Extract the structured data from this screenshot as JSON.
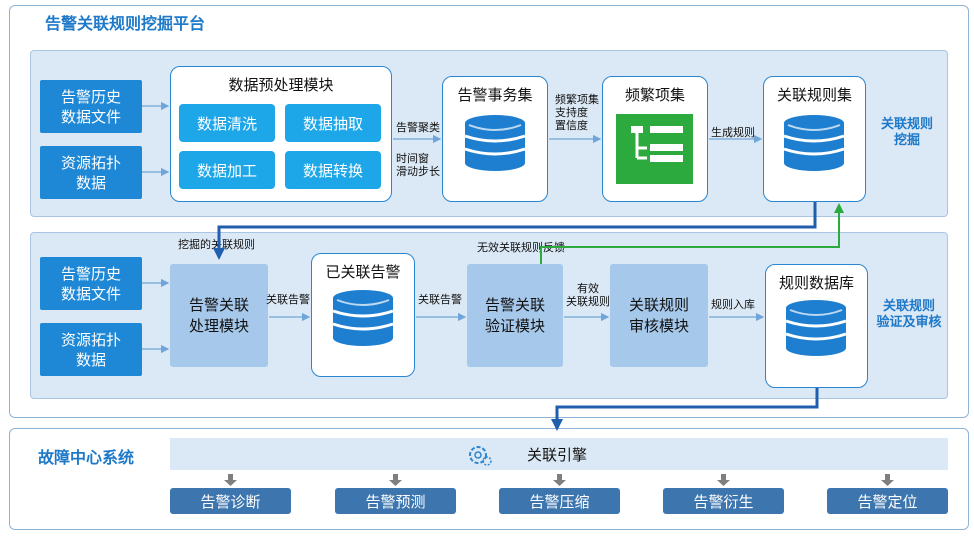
{
  "platform": {
    "title": "告警关联规则挖掘平台"
  },
  "mining": {
    "section_label": "关联规则\n挖掘",
    "inputs": [
      "告警历史\n数据文件",
      "资源拓扑\n数据"
    ],
    "preprocess": {
      "title": "数据预处理模块",
      "items": [
        "数据清洗",
        "数据抽取",
        "数据加工",
        "数据转换"
      ]
    },
    "events_title": "告警事务集",
    "freq_title": "频繁项集",
    "rules_title": "关联规则集",
    "labels": {
      "cluster": "告警聚类",
      "window": "时间窗\n滑动步长",
      "params": "频繁项集\n支持度\n置信度",
      "gen": "生成规则"
    }
  },
  "verify": {
    "section_label": "关联规则\n验证及审核",
    "inputs": [
      "告警历史\n数据文件",
      "资源拓扑\n数据"
    ],
    "mined_rules": "挖掘的关联规则",
    "processing": "告警关联\n处理模块",
    "assoc_alarm_1": "关联告警",
    "linked_title": "已关联告警",
    "assoc_alarm_2": "关联告警",
    "validation": "告警关联\n验证模块",
    "invalid_feedback": "无效关联规则反馈",
    "valid_rules": "有效\n关联规则",
    "audit": "关联规则\n审核模块",
    "storage": "规则入库",
    "db_title": "规则数据库"
  },
  "fault": {
    "title": "故障中心系统",
    "engine": "关联引擎",
    "outputs": [
      "告警诊断",
      "告警预测",
      "告警压缩",
      "告警衍生",
      "告警定位"
    ]
  },
  "colors": {
    "accent": "#1e79c9",
    "band": "#dbe8f5",
    "db": "#1e7fd0",
    "green": "#2daa3e",
    "dark_arrow": "#1f5fae"
  }
}
